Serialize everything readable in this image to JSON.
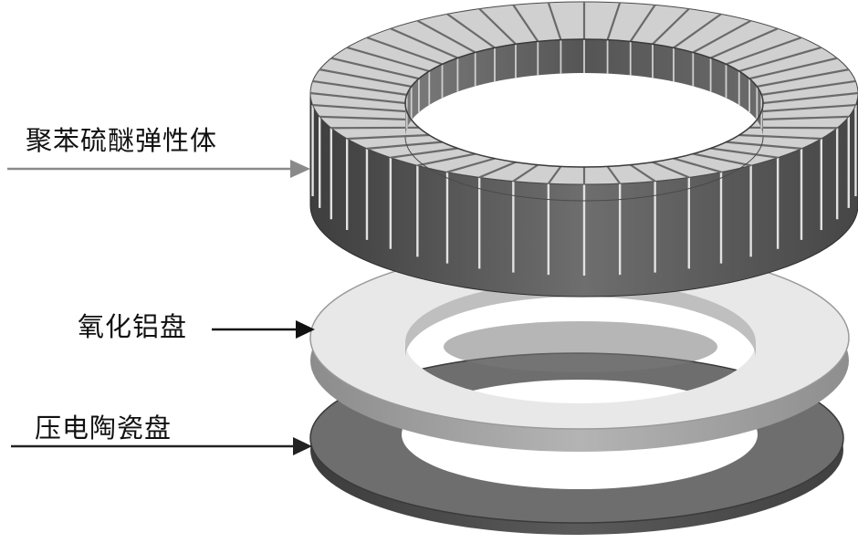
{
  "labels": {
    "elastomer": "聚苯硫醚弹性体",
    "alumina_disk": "氧化铝盘",
    "piezo_disk": "压电陶瓷盘"
  },
  "components": [
    {
      "name": "elastomer-ring",
      "kind": "slotted ring",
      "slot_count": 48,
      "top_color": "#d2d2d2",
      "side_color": "#5c5c5c"
    },
    {
      "name": "alumina-disk",
      "kind": "flat ring",
      "top_color": "#e8e8e8",
      "side_color": "#9a9a9a"
    },
    {
      "name": "piezo-disk",
      "kind": "flat ring",
      "top_color": "#6e6e6e",
      "side_color": "#4a4a4a"
    }
  ],
  "arrows": {
    "elastomer_color": "#8a8a8a",
    "alumina_color": "#111111",
    "piezo_color": "#222222"
  }
}
